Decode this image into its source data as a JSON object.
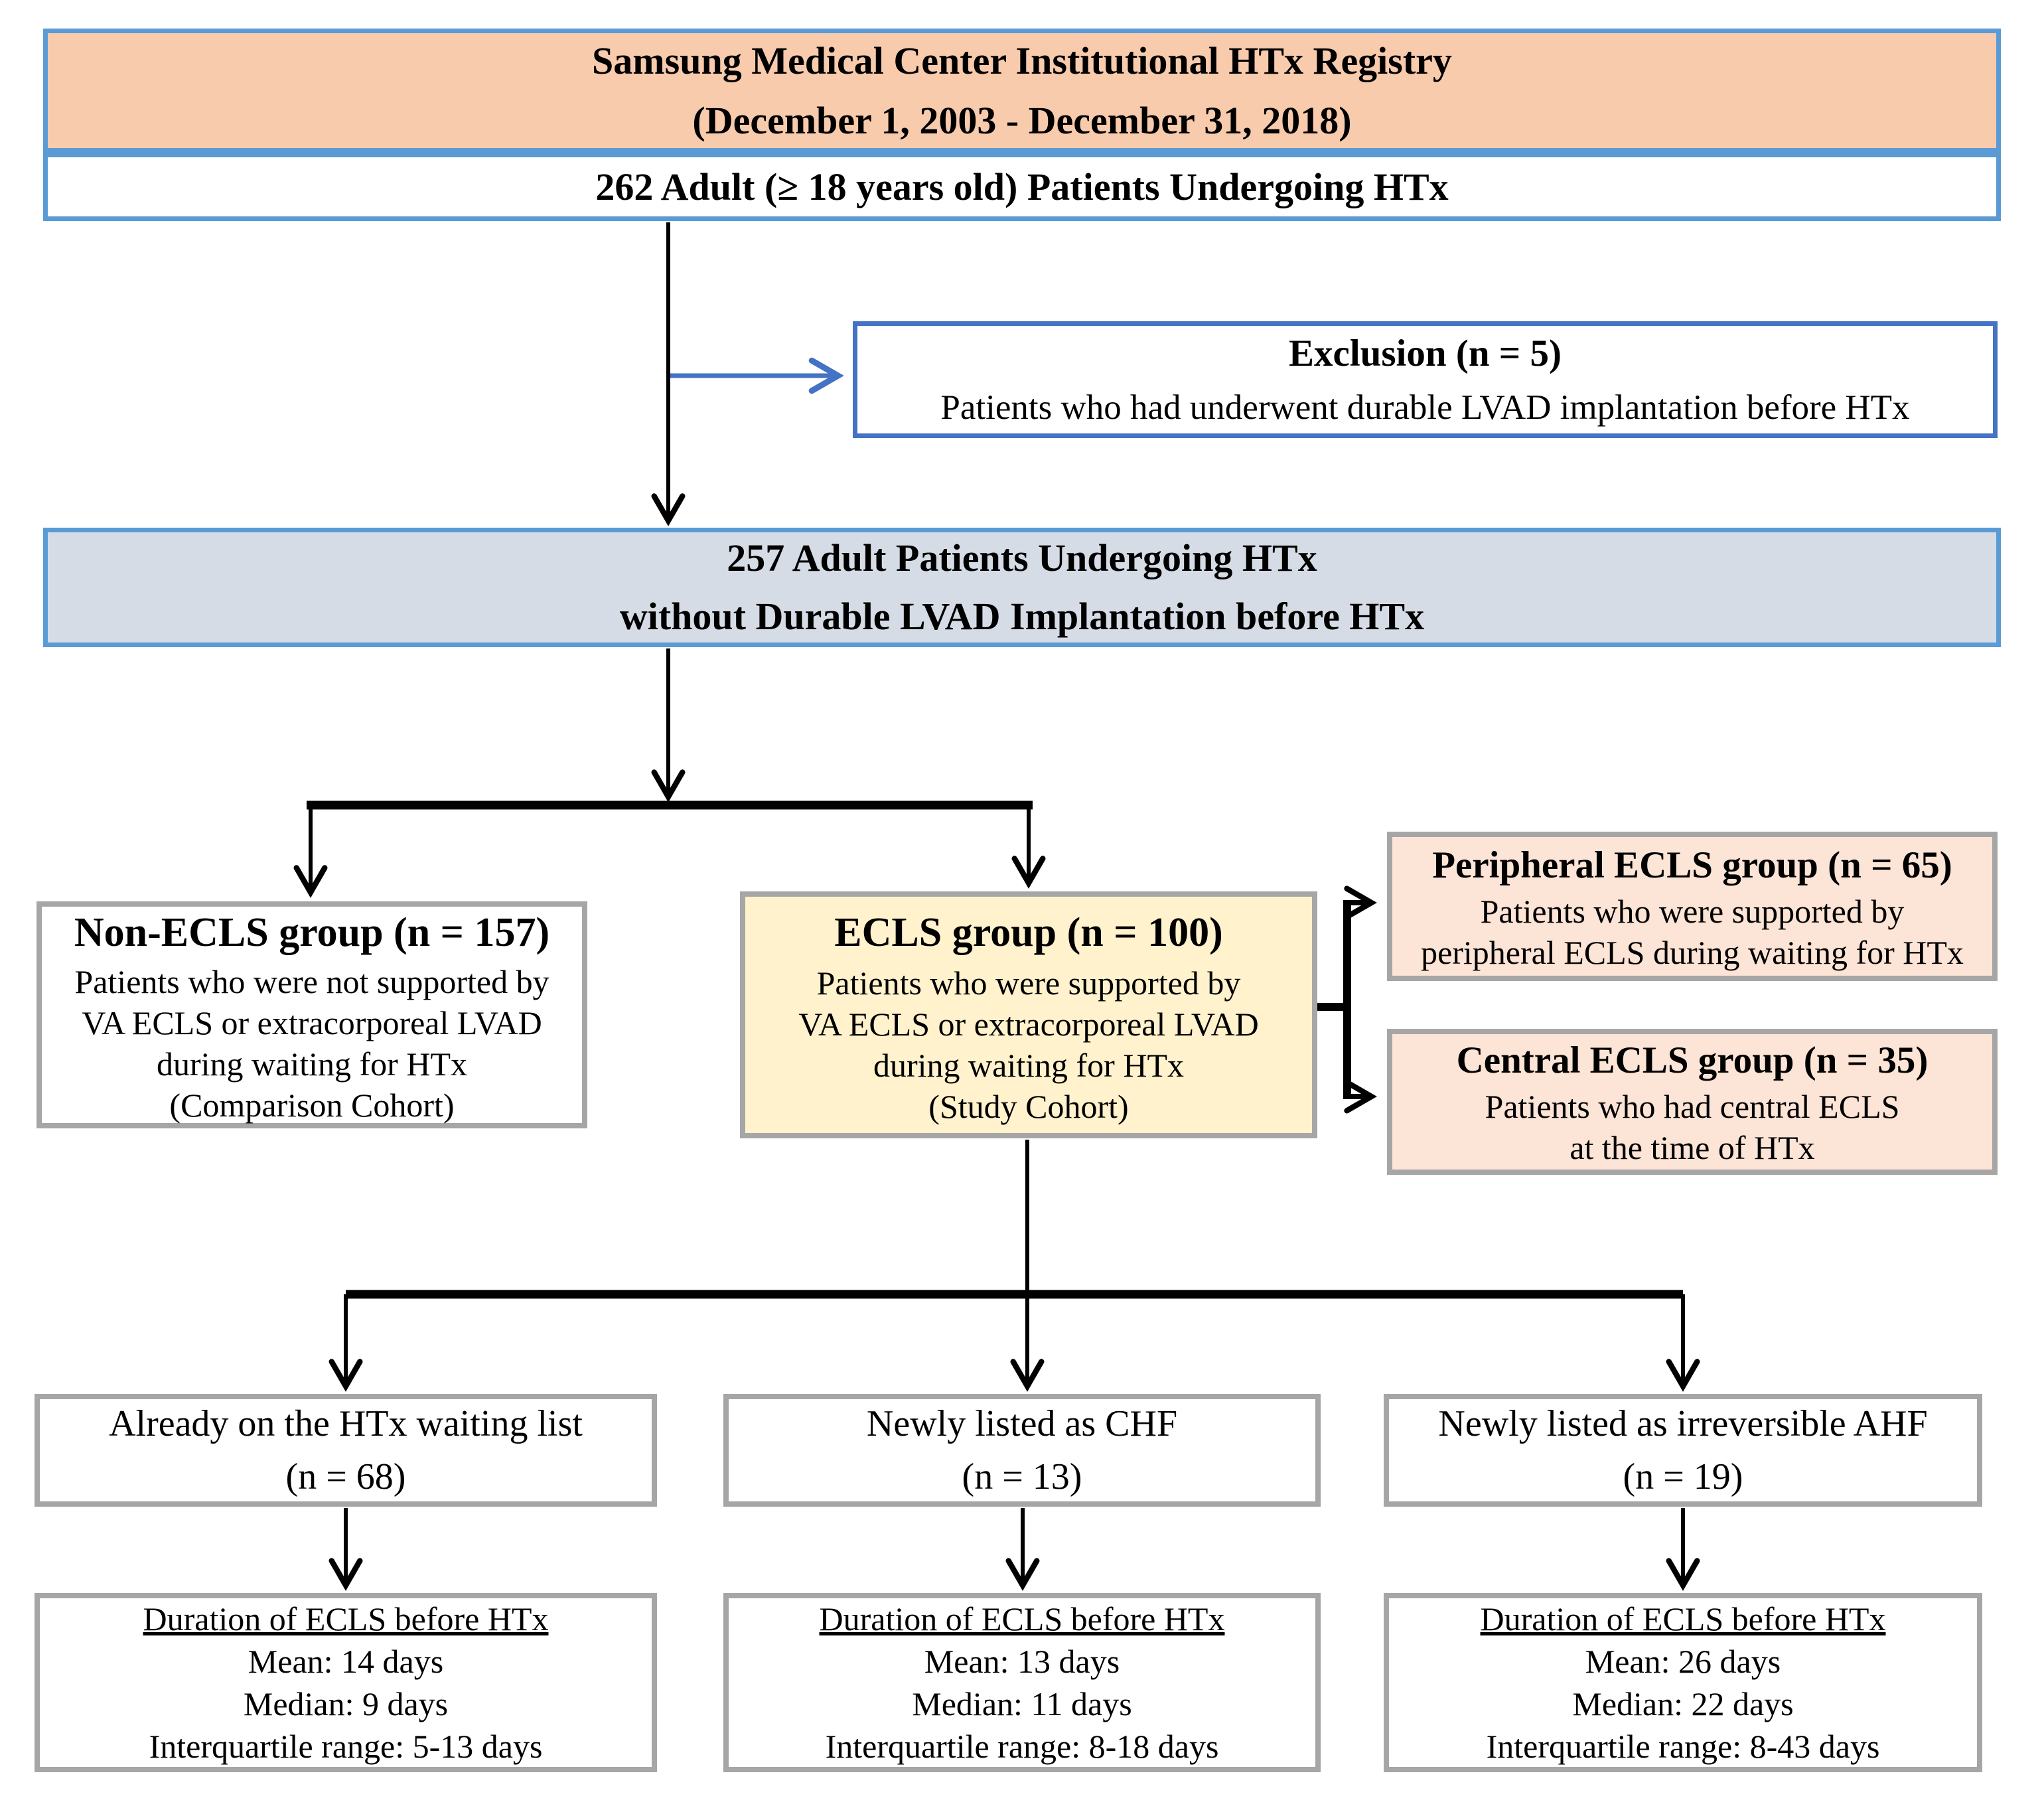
{
  "figure": {
    "type": "patient-flow-diagram",
    "colors": {
      "blue_border": "#5B9BD5",
      "exclusion_border": "#4472C4",
      "gray_border": "#A6A6A6",
      "orange_fill": "#F8CBAD",
      "blue_gray_fill": "#D6DCE5",
      "yellow_fill": "#FFF2CC",
      "peach_fill": "#FCE4D6",
      "arrow_black": "#000000",
      "arrow_blue": "#4472C4"
    }
  },
  "registry": {
    "line1": "Samsung Medical Center Institutional HTx Registry",
    "line2": "(December 1, 2003 - December 31, 2018)"
  },
  "adults": {
    "text": "262 Adult (≥ 18 years old) Patients Undergoing HTx"
  },
  "exclusion": {
    "title": "Exclusion (n = 5)",
    "body": "Patients who had underwent durable LVAD implantation before HTx"
  },
  "no_lvad": {
    "line1": "257 Adult Patients Undergoing HTx",
    "line2": "without Durable LVAD Implantation before HTx"
  },
  "non_ecls": {
    "title": "Non-ECLS group (n = 157)",
    "line1": "Patients who were not supported by",
    "line2": "VA ECLS or extracorporeal LVAD",
    "line3": "during waiting for HTx",
    "line4": "(Comparison Cohort)"
  },
  "ecls": {
    "title": "ECLS group (n = 100)",
    "line1": "Patients who were supported by",
    "line2": "VA ECLS or extracorporeal LVAD",
    "line3": "during waiting for HTx",
    "line4": "(Study Cohort)"
  },
  "peripheral": {
    "title": "Peripheral ECLS group (n = 65)",
    "line1": "Patients who were supported by",
    "line2": "peripheral ECLS during waiting for HTx"
  },
  "central": {
    "title": "Central ECLS group (n = 35)",
    "line1": "Patients who had central ECLS",
    "line2": "at the time of HTx"
  },
  "waitlist": {
    "line1": "Already on the HTx waiting list",
    "line2": "(n = 68)"
  },
  "chf": {
    "line1": "Newly listed as CHF",
    "line2": "(n = 13)"
  },
  "ahf": {
    "line1": "Newly listed as irreversible AHF",
    "line2": "(n = 19)"
  },
  "duration_waitlist": {
    "title": "Duration of ECLS before HTx",
    "mean": "Mean: 14 days",
    "median": "Median: 9 days",
    "iqr": "Interquartile range: 5-13 days"
  },
  "duration_chf": {
    "title": "Duration of ECLS before HTx",
    "mean": "Mean: 13 days",
    "median": "Median: 11 days",
    "iqr": "Interquartile range: 8-18 days"
  },
  "duration_ahf": {
    "title": "Duration of ECLS before HTx",
    "mean": "Mean: 26 days",
    "median": "Median: 22 days",
    "iqr": "Interquartile range: 8-43 days"
  }
}
